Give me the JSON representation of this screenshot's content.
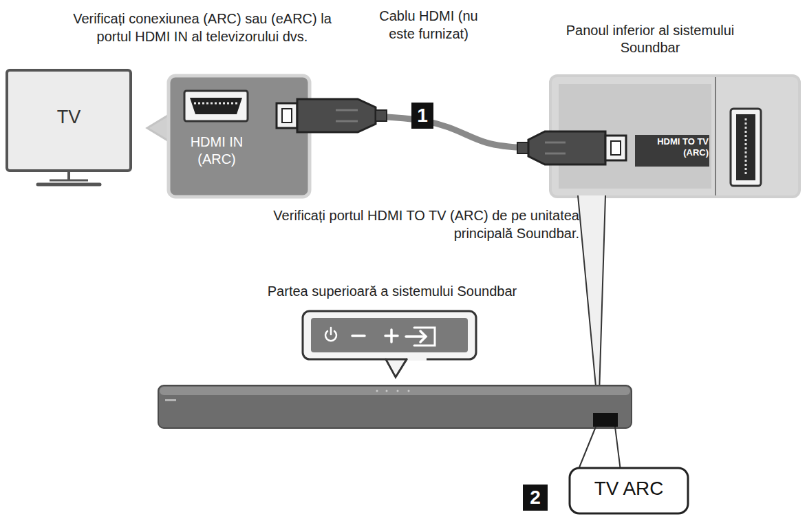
{
  "diagram": {
    "nodes": [
      {
        "text": [
          "TV"
        ]
      },
      {
        "text": [
          "HDMI IN (ARC)"
        ]
      },
      {
        "text": [
          "Panoul inferior al sistemului Soundbar",
          "HDMI TO TV (ARC)"
        ]
      },
      {
        "text": [
          "TV ARC"
        ]
      }
    ],
    "edges": [
      {
        "from": 1,
        "to": 2,
        "arrow": "none",
        "label": "1"
      }
    ],
    "labels": [
      "Verificați conexiunea (ARC) sau (eARC) la portul HDMI IN al televizorului dvs.",
      "Cablu HDMI (nu este furnizat)",
      "Verificați portul HDMI TO TV (ARC) de pe unitatea principală Soundbar.",
      "Partea superioară a sistemului Soundbar",
      "2"
    ]
  }
}
